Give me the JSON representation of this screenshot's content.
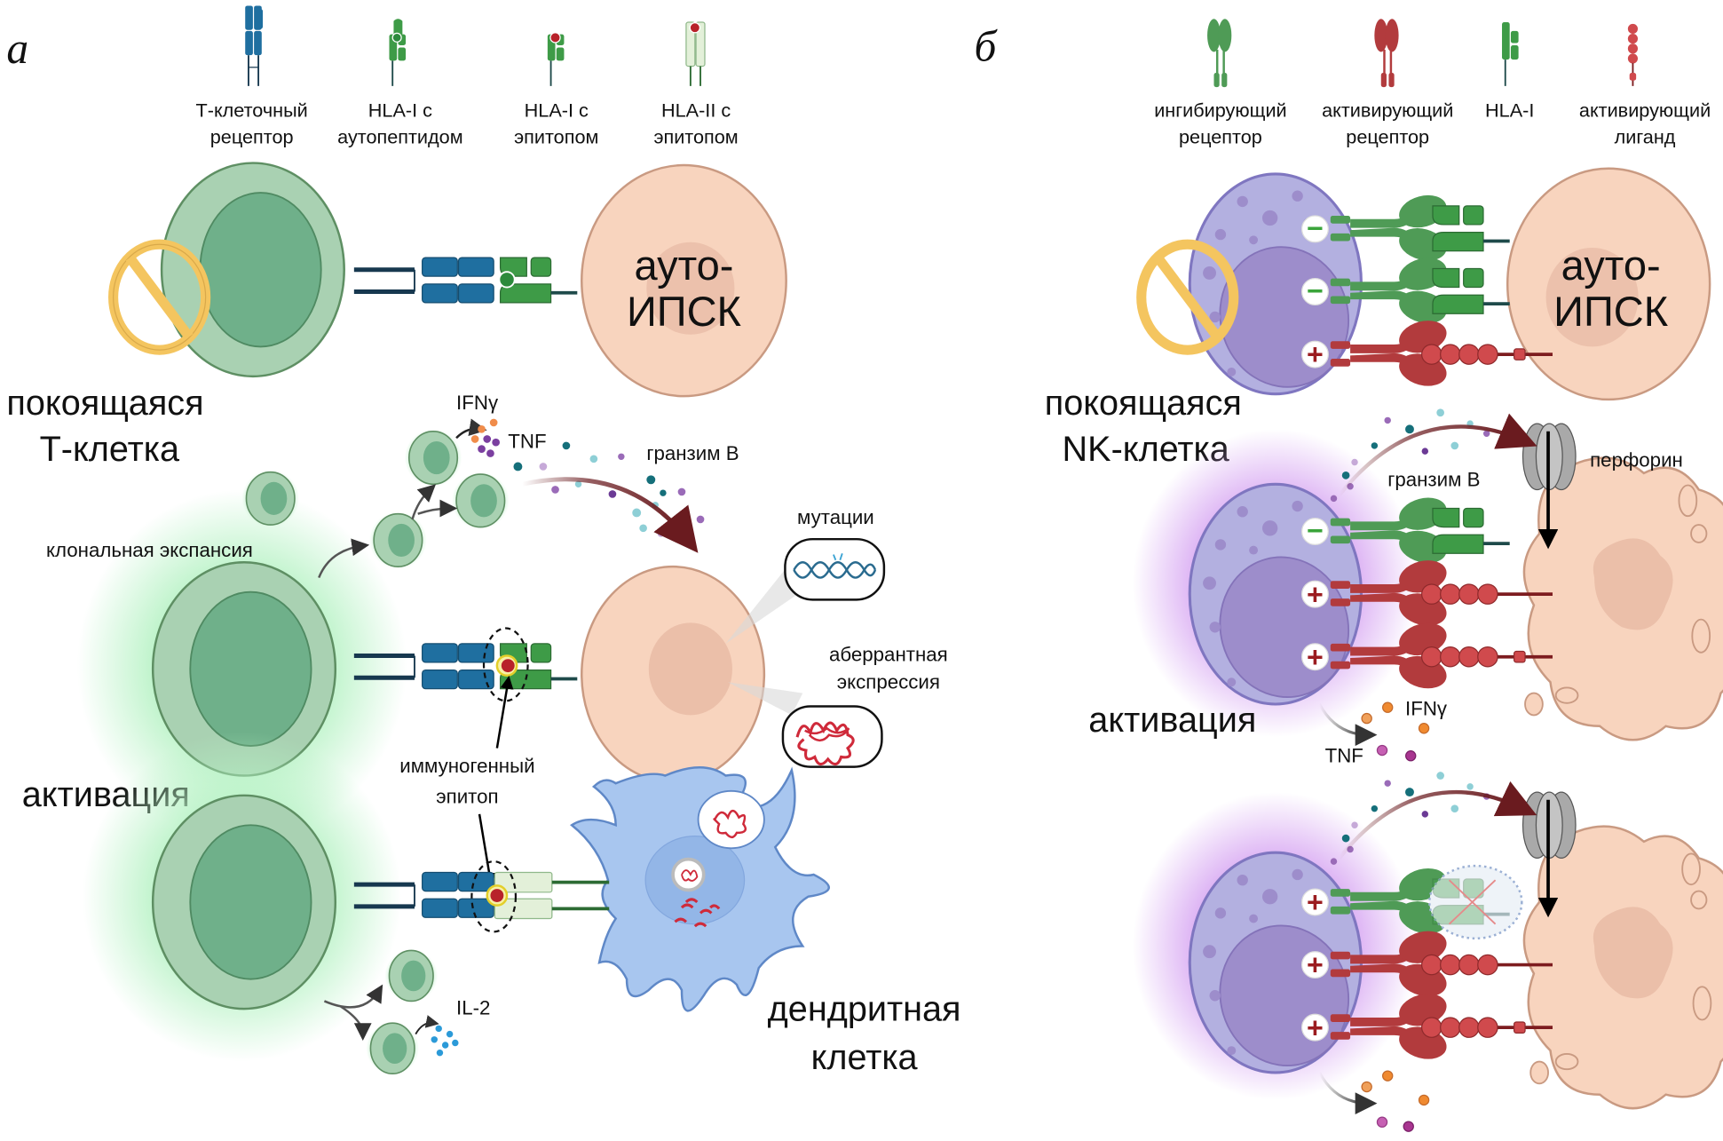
{
  "panel_a": {
    "letter": "а",
    "legend": [
      {
        "icon": "t-cell-receptor-icon",
        "line1": "Т-клеточный",
        "line2": "рецептор"
      },
      {
        "icon": "hla-i-autopeptide-icon",
        "line1": "HLA-I с",
        "line2": "аутопептидом"
      },
      {
        "icon": "hla-i-epitope-icon",
        "line1": "HLA-I с",
        "line2": "эпитопом"
      },
      {
        "icon": "hla-ii-epitope-icon",
        "line1": "HLA-II с",
        "line2": "эпитопом"
      }
    ],
    "resting_label": [
      "покоящаяся",
      "Т-клетка"
    ],
    "target_label": [
      "ауто-",
      "ИПСК"
    ],
    "ifng": "IFNγ",
    "tnf": "TNF",
    "granzyme": "гранзим B",
    "clonal_expansion": "клональная экспансия",
    "mutations": "мутации",
    "aberrant": [
      "аберрантная",
      "экспрессия"
    ],
    "activation": "активация",
    "immunogenic_epitope": [
      "иммуногенный",
      "эпитоп"
    ],
    "il2": "IL-2",
    "dendritic_cell": [
      "дендритная",
      "клетка"
    ]
  },
  "panel_b": {
    "letter": "б",
    "legend": [
      {
        "icon": "inhibitory-receptor-icon",
        "line1": "ингибирующий",
        "line2": "рецептор"
      },
      {
        "icon": "activating-receptor-icon",
        "line1": "активирующий",
        "line2": "рецептор"
      },
      {
        "icon": "hla-i-icon",
        "line1": "HLA-I",
        "line2": ""
      },
      {
        "icon": "activating-ligand-icon",
        "line1": "активирующий",
        "line2": "лиганд"
      }
    ],
    "resting_label": [
      "покоящаяся",
      "NK-клетка"
    ],
    "target_label": [
      "ауто-",
      "ИПСК"
    ],
    "granzyme": "гранзим B",
    "perforin": "перфорин",
    "activation": "активация",
    "ifng": "IFNγ",
    "tnf": "TNF",
    "minus": "−",
    "plus": "+"
  },
  "colors": {
    "t_cell_outer": "#a9d1b2",
    "t_cell_inner": "#6fb08a",
    "t_cell_stroke": "#5e8f63",
    "tcr_blue": "#1f6fa0",
    "hla_green": "#3e9b47",
    "hla_ii_pale": "#e3f0d9",
    "ipsc_outer": "#f8d4be",
    "ipsc_inner": "#e7b9a4",
    "ipsc_stroke": "#c99a82",
    "nk_outer": "#b3b0e0",
    "nk_inner": "#9d8dcb",
    "nk_stroke": "#7f76c0",
    "activating_red": "#b23b3d",
    "inhibitory_green": "#4f9b56",
    "dc_blue": "#a8c6ef",
    "granzyme_arrow": "#6a1b1f",
    "no_sign": "#f4c55f"
  }
}
